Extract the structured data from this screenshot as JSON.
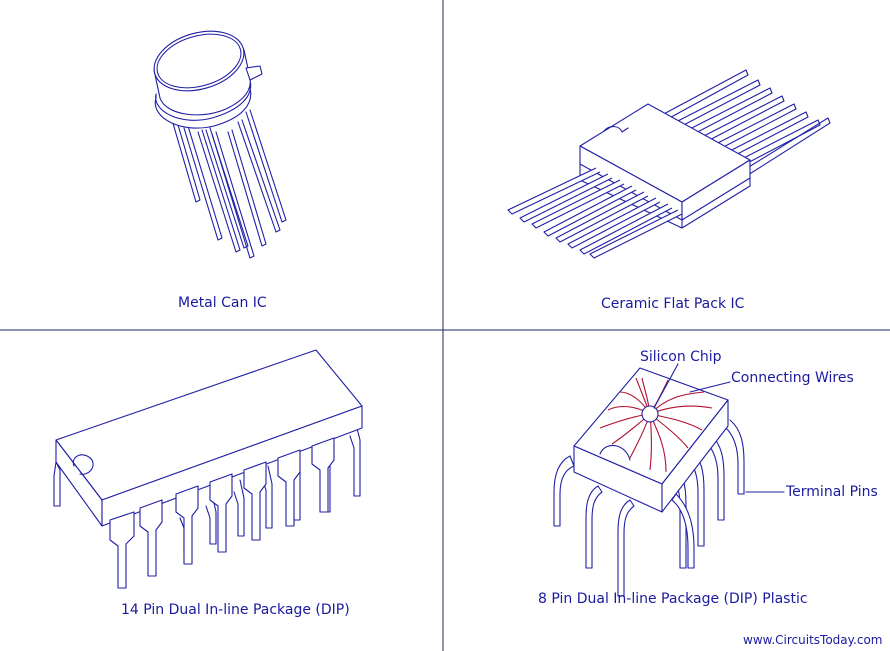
{
  "panels": {
    "metal_can": {
      "caption": "Metal Can IC"
    },
    "ceramic_flat_pack": {
      "caption": "Ceramic Flat Pack IC"
    },
    "dip14": {
      "caption": "14 Pin Dual In-line Package (DIP)"
    },
    "dip8": {
      "caption": "8 Pin Dual In-line Package (DIP) Plastic",
      "callouts": {
        "silicon_chip": "Silicon Chip",
        "connecting_wires": "Connecting Wires",
        "terminal_pins": "Terminal Pins"
      }
    }
  },
  "credit": "www.CircuitsToday.com",
  "colors": {
    "ink": "#1f1fa6",
    "wire": "#b01030",
    "divider": "#1b2a5c",
    "background": "#ffffff"
  }
}
